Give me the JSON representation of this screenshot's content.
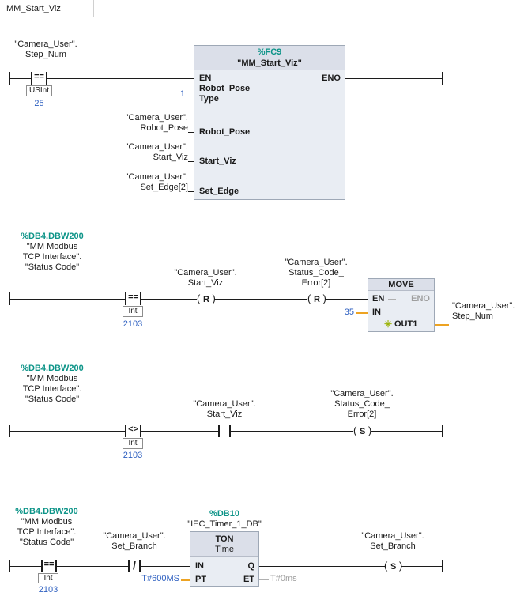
{
  "tab": {
    "title": "MM_Start_Viz"
  },
  "icons": {
    "new_output_star": "✳"
  },
  "colors": {
    "address": "#0d9488",
    "constant": "#2d5fc0",
    "orange_wire": "#eda322",
    "gray_text": "#9e9e9e"
  },
  "net1": {
    "operand": [
      "\"Camera_User\".",
      "Step_Num"
    ],
    "cmp": {
      "op": "==",
      "type": "USInt",
      "value": "25"
    },
    "block": {
      "address": "%FC9",
      "title": "\"MM_Start_Viz\"",
      "pin_en": "EN",
      "pin_eno": "ENO",
      "pin_type_l1": "Robot_Pose_",
      "pin_type_l2": "Type",
      "pin_robot_pose": "Robot_Pose",
      "pin_start_viz": "Start_Viz",
      "pin_set_edge": "Set_Edge"
    },
    "in_type_value": "1",
    "in_robot_pose": [
      "\"Camera_User\".",
      "Robot_Pose"
    ],
    "in_start_viz": [
      "\"Camera_User\".",
      "Start_Viz"
    ],
    "in_set_edge": [
      "\"Camera_User\".",
      "Set_Edge[2]"
    ]
  },
  "net2": {
    "operand": [
      "%DB4.DBW200",
      "\"MM Modbus",
      "TCP Interface\".",
      "\"Status Code\""
    ],
    "cmp": {
      "op": "==",
      "type": "Int",
      "value": "2103"
    },
    "coil1": {
      "label": [
        "\"Camera_User\".",
        "Start_Viz"
      ],
      "symbol": "R"
    },
    "coil2": {
      "label": [
        "\"Camera_User\".",
        "Status_Code_",
        "Error[2]"
      ],
      "symbol": "R"
    },
    "move": {
      "title": "MOVE",
      "pin_en": "EN",
      "pin_eno": "ENO",
      "pin_in": "IN",
      "pin_out": "OUT1",
      "in_value": "35"
    },
    "out_operand": [
      "\"Camera_User\".",
      "Step_Num"
    ]
  },
  "net3": {
    "operand": [
      "%DB4.DBW200",
      "\"MM Modbus",
      "TCP Interface\".",
      "\"Status Code\""
    ],
    "cmp": {
      "op": "<>",
      "type": "Int",
      "value": "2103"
    },
    "contact": {
      "label": [
        "\"Camera_User\".",
        "Start_Viz"
      ]
    },
    "coil": {
      "label": [
        "\"Camera_User\".",
        "Status_Code_",
        "Error[2]"
      ],
      "symbol": "S"
    }
  },
  "net4": {
    "operand": [
      "%DB4.DBW200",
      "\"MM Modbus",
      "TCP Interface\".",
      "\"Status Code\""
    ],
    "cmp": {
      "op": "==",
      "type": "Int",
      "value": "2103"
    },
    "nc_contact": {
      "label": [
        "\"Camera_User\".",
        "Set_Branch"
      ]
    },
    "timer": {
      "address": "%DB10",
      "name": "\"IEC_Timer_1_DB\"",
      "type": "TON",
      "subtype": "Time",
      "pin_in": "IN",
      "pin_pt": "PT",
      "pin_q": "Q",
      "pin_et": "ET",
      "pt_value": "T#600MS",
      "et_value": "T#0ms"
    },
    "coil": {
      "label": [
        "\"Camera_User\".",
        "Set_Branch"
      ],
      "symbol": "S"
    }
  }
}
